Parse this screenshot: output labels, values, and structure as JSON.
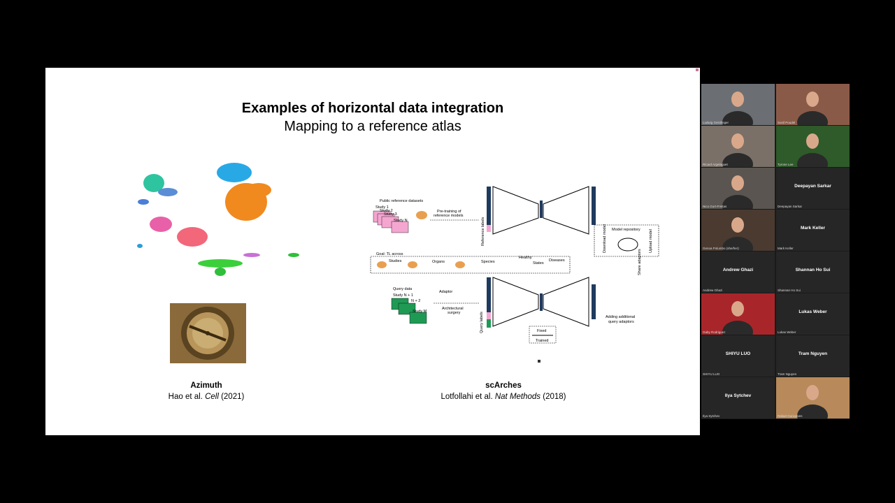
{
  "slide": {
    "title": "Examples of horizontal data integration",
    "subtitle": "Mapping to a reference atlas",
    "left_example": {
      "name": "Azimuth",
      "citation_pre": "Hao et al. ",
      "journal": "Cell",
      "citation_post": " (2021)"
    },
    "right_example": {
      "name": "scArches",
      "citation_pre": "Lotfollahi et al. ",
      "journal": "Nat Methods",
      "citation_post": " (2018)"
    },
    "diagram": {
      "public_reference": "Public reference datasets",
      "study_1": "Study 1",
      "study_2": "Study 2",
      "study_3": "Study 3",
      "study_n": "Study N",
      "pretraining": "Pre-training of",
      "reference_models": "reference models",
      "reference_labels": "Reference labels",
      "model_repository": "Model repository",
      "download_model": "Download model",
      "upload_model": "Upload model",
      "share_adaptors": "Share adaptors",
      "goal": "Goal: TL across",
      "studies": "Studies",
      "organs": "Organs",
      "species": "Species",
      "healthy": "Healthy",
      "states": "States",
      "diseases": "Diseases",
      "query_data": "Query data",
      "study_n1": "Study N + 1",
      "study_n2": "N + 2",
      "study_m": "Study M",
      "adaptor": "Adaptor",
      "architectural": "Architectural",
      "surgery": "surgery",
      "query_labels": "Query labels",
      "fixed": "Fixed",
      "trained": "Trained",
      "adding_additional": "Adding additional",
      "query_adaptors": "query adaptors"
    }
  },
  "participants": [
    {
      "name": "Ludwig Geistlinger",
      "video": true
    },
    {
      "name": "Sunil Poudel",
      "video": true
    },
    {
      "name": "Ricard Argelaguet",
      "video": true
    },
    {
      "name": "Tyrone Lee",
      "video": true
    },
    {
      "name": "Nico Gort-Freitas",
      "video": true
    },
    {
      "name": "Deepayan Sarkar",
      "video": false
    },
    {
      "name": "Genoa Polumbo (she/her)",
      "video": true
    },
    {
      "name": "Mark Keller",
      "video": false
    },
    {
      "name": "Andrew Ghazi",
      "video": false
    },
    {
      "name": "Shannan Ho Sui",
      "video": false
    },
    {
      "name": "Gaby Rodriguez",
      "video": true
    },
    {
      "name": "Lukas Weber",
      "video": false
    },
    {
      "name": "SHIYU LUO",
      "video": false
    },
    {
      "name": "Tram Nguyen",
      "video": false
    },
    {
      "name": "Ilya Sytchev",
      "video": false
    },
    {
      "name": "Rafael Goncalves",
      "video": true
    }
  ],
  "colors": {
    "slide_bg": "#ffffff",
    "gallery_bg": "#1a1a1a",
    "tile_bg": "#262626",
    "pink": "#f4a6d0",
    "green": "#1f9a55",
    "navy": "#1f3a5f"
  }
}
